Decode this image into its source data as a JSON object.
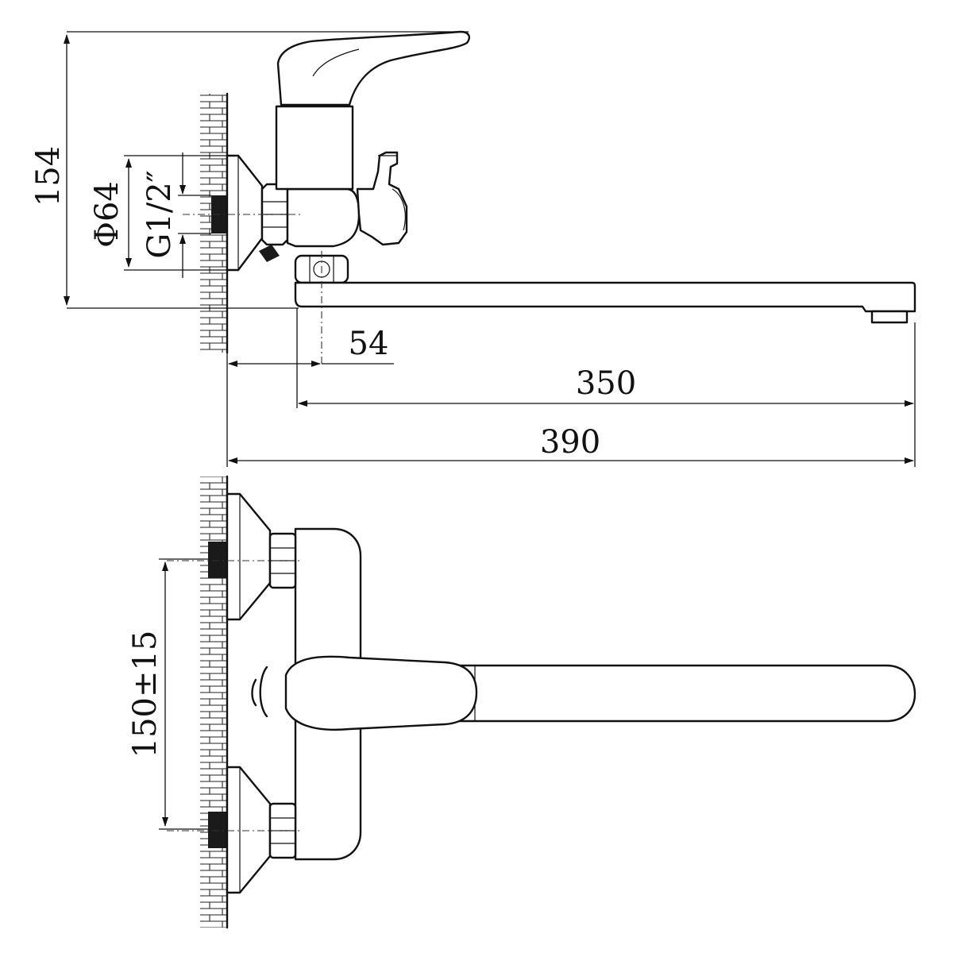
{
  "dimensions": {
    "height_total": "154",
    "flange_diameter": "Φ64",
    "thread_size": "G1/2″",
    "offset": "54",
    "spout_reach": "350",
    "overall_reach": "390",
    "inlet_spacing": "150±15"
  },
  "colors": {
    "line": "#111111",
    "background": "#ffffff"
  }
}
